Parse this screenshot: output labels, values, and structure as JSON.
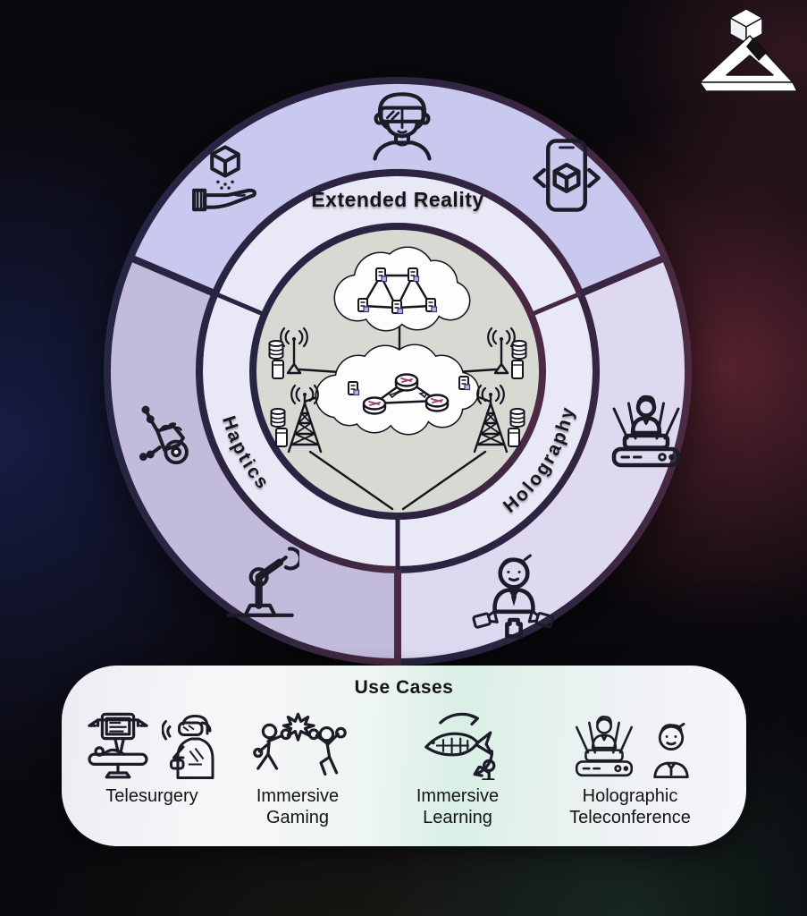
{
  "brand": {
    "logo_name": "3d-cube-triangle-logo"
  },
  "ring": {
    "segments": [
      {
        "label": "Extended Reality",
        "color": "#c9c9f0"
      },
      {
        "label": "Haptics",
        "color": "#c2bbdb"
      },
      {
        "label": "Holography",
        "color": "#ded9f0"
      }
    ],
    "band_color": "#e9e8f6",
    "center_color": "#d9d9d3",
    "icons": {
      "top": "person-wearing-ar-glasses",
      "top_left": "hand-projecting-cube",
      "top_right": "smartphone-ar-cube",
      "left": "robotic-haptic-hand",
      "bottom_left": "robotic-arm",
      "right": "hologram-projector-person",
      "bottom_right": "volumetric-capture-person"
    },
    "center": "cloud-core-and-edge-network-with-radio-towers"
  },
  "use_cases": {
    "title": "Use Cases",
    "items": [
      {
        "label": "Telesurgery"
      },
      {
        "label": "Immersive Gaming"
      },
      {
        "label": "Immersive Learning"
      },
      {
        "label": "Holographic Teleconference"
      }
    ]
  }
}
